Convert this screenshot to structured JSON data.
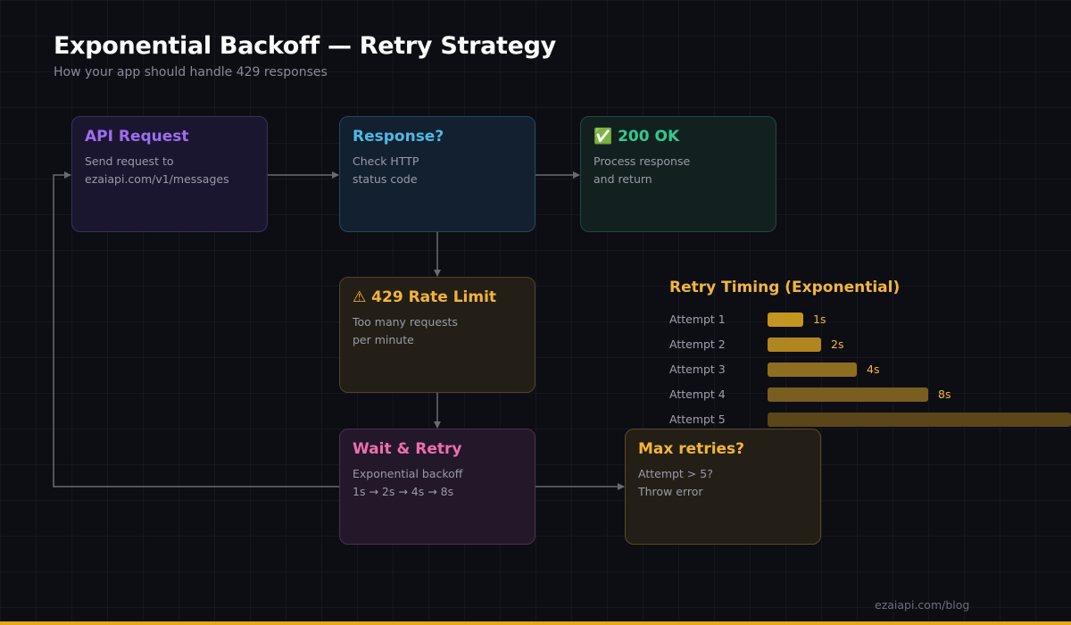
{
  "header": {
    "title": "Exponential Backoff — Retry Strategy",
    "subtitle": "How your app should handle 429 responses"
  },
  "nodes": {
    "api_request": {
      "title": "API Request",
      "lines": [
        "Send request to",
        "ezaiapi.com/v1/messages"
      ]
    },
    "response": {
      "title": "Response?",
      "lines": [
        "Check HTTP",
        "status code"
      ]
    },
    "ok": {
      "title": "✅ 200 OK",
      "lines": [
        "Process response",
        "and return"
      ]
    },
    "rate_limit": {
      "title": "⚠ 429 Rate Limit",
      "lines": [
        "Too many requests",
        "per minute"
      ]
    },
    "wait_retry": {
      "title": "Wait & Retry",
      "lines": [
        "Exponential backoff",
        "1s → 2s → 4s → 8s"
      ]
    },
    "max_retries": {
      "title": "Max retries?",
      "lines": [
        "Attempt > 5?",
        "Throw error"
      ]
    }
  },
  "timing": {
    "title": "Retry Timing (Exponential)",
    "attempts": [
      {
        "label": "Attempt 1",
        "seconds": 1,
        "value_label": "1s",
        "color": "#c4951f"
      },
      {
        "label": "Attempt 2",
        "seconds": 2,
        "value_label": "2s",
        "color": "#b08620"
      },
      {
        "label": "Attempt 3",
        "seconds": 4,
        "value_label": "4s",
        "color": "#8f6e20"
      },
      {
        "label": "Attempt 4",
        "seconds": 8,
        "value_label": "8s",
        "color": "#7a5e1f"
      },
      {
        "label": "Attempt 5",
        "seconds": 16,
        "value_label": "",
        "color": "#5a4619"
      }
    ]
  },
  "footer": {
    "text": "ezaiapi.com/blog"
  },
  "colors": {
    "accent": "#e6a817",
    "arrow": "#6a6a74"
  }
}
